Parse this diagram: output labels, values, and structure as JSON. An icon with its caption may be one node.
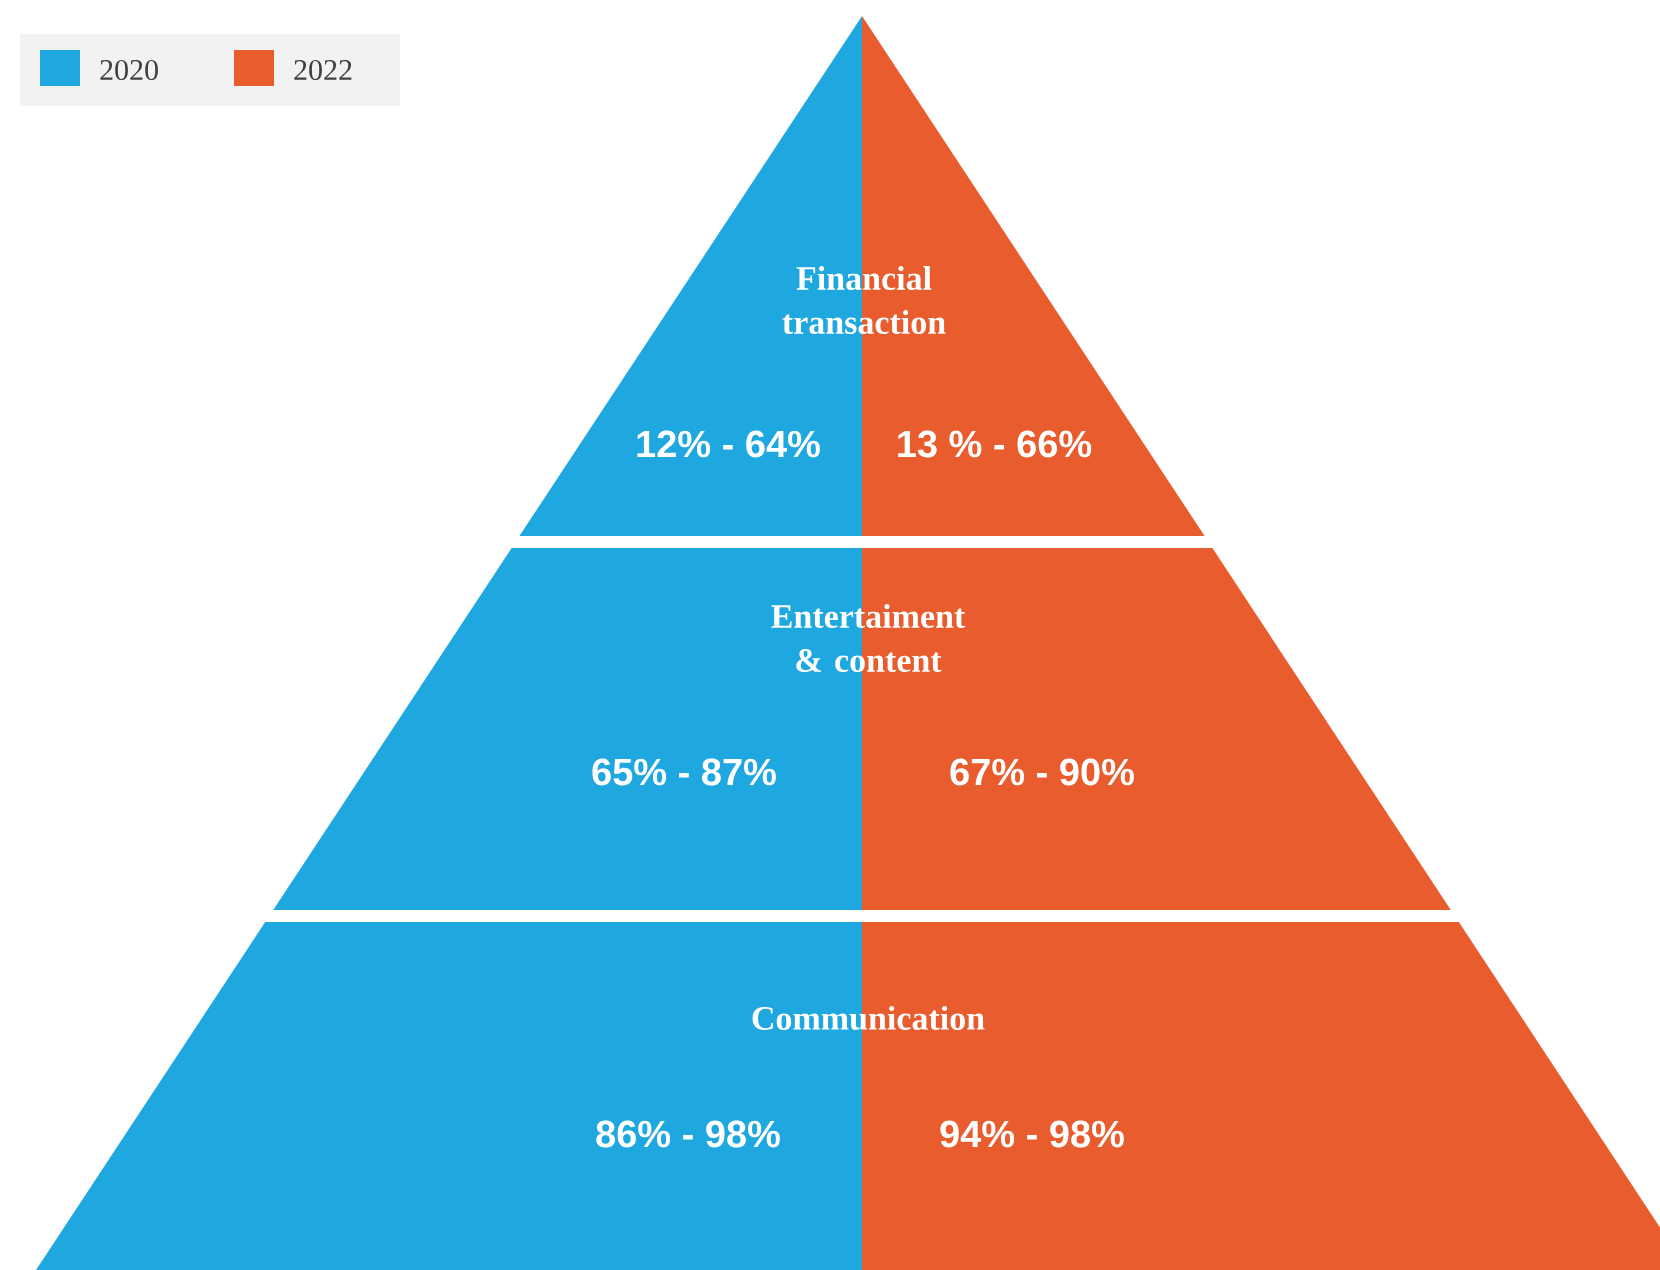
{
  "diagram": {
    "nodes": [
      {
        "text": [
          "Financial transaction",
          "12% - 64%",
          "13 % - 66%"
        ]
      },
      {
        "text": [
          "Entertaiment & content",
          "65% - 87%",
          "67% - 90%"
        ]
      },
      {
        "text": [
          "Communication",
          "86% - 98%",
          "94% - 98%"
        ]
      }
    ],
    "legend": [
      {
        "text": "2020",
        "color": "#1fa8e0"
      },
      {
        "text": "2022",
        "color": "#e95c2e"
      }
    ]
  }
}
